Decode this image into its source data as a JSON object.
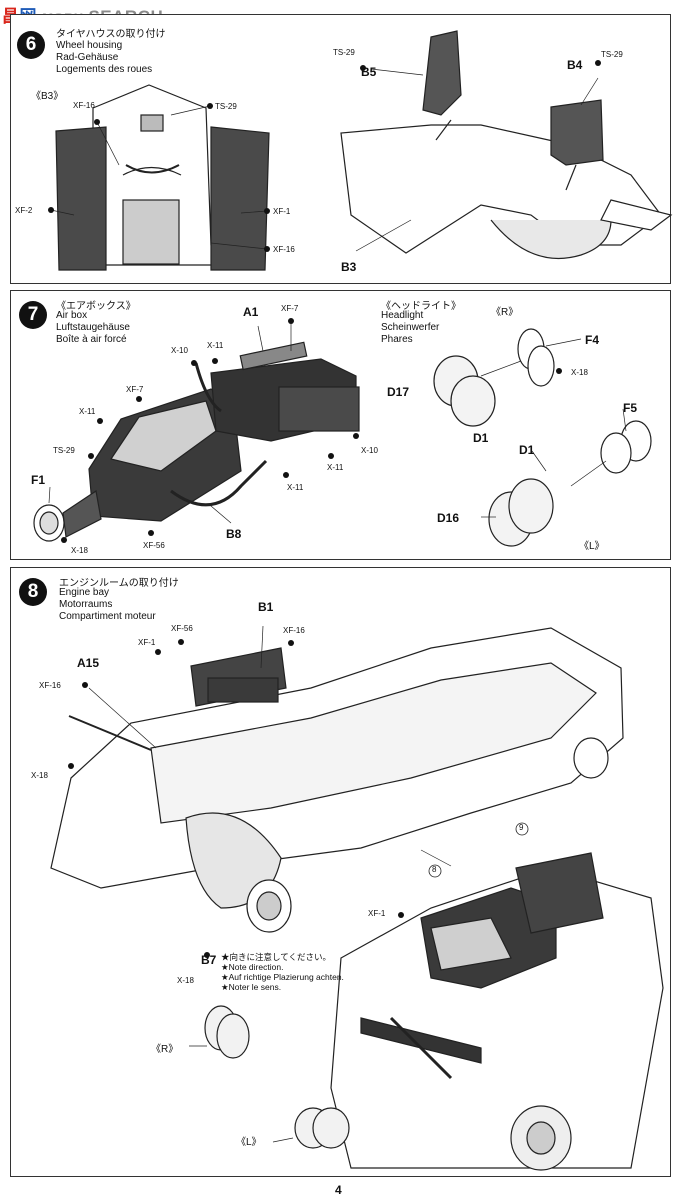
{
  "watermark": {
    "text1": "昌",
    "text2": "网",
    "text3": "SEARCH",
    "middle": "MOBY",
    "colors": {
      "red": "#d9261c",
      "blue": "#1e5bb8",
      "gray": "#8a8a8a"
    }
  },
  "page_number": "4",
  "step6": {
    "number": "6",
    "title_jp": "タイヤハウスの取り付け",
    "title_en": "Wheel housing",
    "title_de": "Rad-Gehäuse",
    "title_fr": "Logements des roues",
    "view_label": "《B3》",
    "labels": {
      "xf16a": "XF-16",
      "ts29a": "TS-29",
      "xf2": "XF-2",
      "xf1": "XF-1",
      "xf16b": "XF-16",
      "ts29b": "TS-29",
      "ts29c": "TS-29",
      "b5": "B5",
      "b4": "B4",
      "b3": "B3"
    }
  },
  "step7": {
    "number": "7",
    "title_jp": "《エアボックス》",
    "title_en": "Air box",
    "title_de": "Luftstaugehäuse",
    "title_fr": "Boîte à air forcé",
    "head_jp": "《ヘッドライト》",
    "head_en": "Headlight",
    "head_de": "Scheinwerfer",
    "head_fr": "Phares",
    "labels": {
      "a1": "A1",
      "xf7a": "XF-7",
      "x10a": "X-10",
      "x11a": "X-11",
      "xf7b": "XF-7",
      "x11b": "X-11",
      "ts29": "TS-29",
      "f1": "F1",
      "x18": "X-18",
      "xf56": "XF-56",
      "b8": "B8",
      "x11c": "X-11",
      "x11d": "X-11",
      "x10b": "X-10",
      "r": "《R》",
      "f4": "F4",
      "x18b": "X-18",
      "d17": "D17",
      "d1a": "D1",
      "f5": "F5",
      "d1b": "D1",
      "d16": "D16",
      "l": "《L》"
    }
  },
  "step8": {
    "number": "8",
    "title_jp": "エンジンルームの取り付け",
    "title_en": "Engine bay",
    "title_de": "Motorraums",
    "title_fr": "Compartiment moteur",
    "labels": {
      "b1": "B1",
      "xf1": "XF-1",
      "xf56": "XF-56",
      "xf16a": "XF-16",
      "a15": "A15",
      "xf16b": "XF-16",
      "x18": "X-18",
      "nine": "9",
      "eight": "8",
      "xf1b": "XF-1",
      "b7": "B7",
      "x18b": "X-18",
      "r": "《R》",
      "l": "《L》"
    },
    "note": {
      "jp": "★向きに注意してください。",
      "en": "★Note direction.",
      "de": "★Auf richtige Plazierung achten.",
      "fr": "★Noter le sens."
    }
  }
}
